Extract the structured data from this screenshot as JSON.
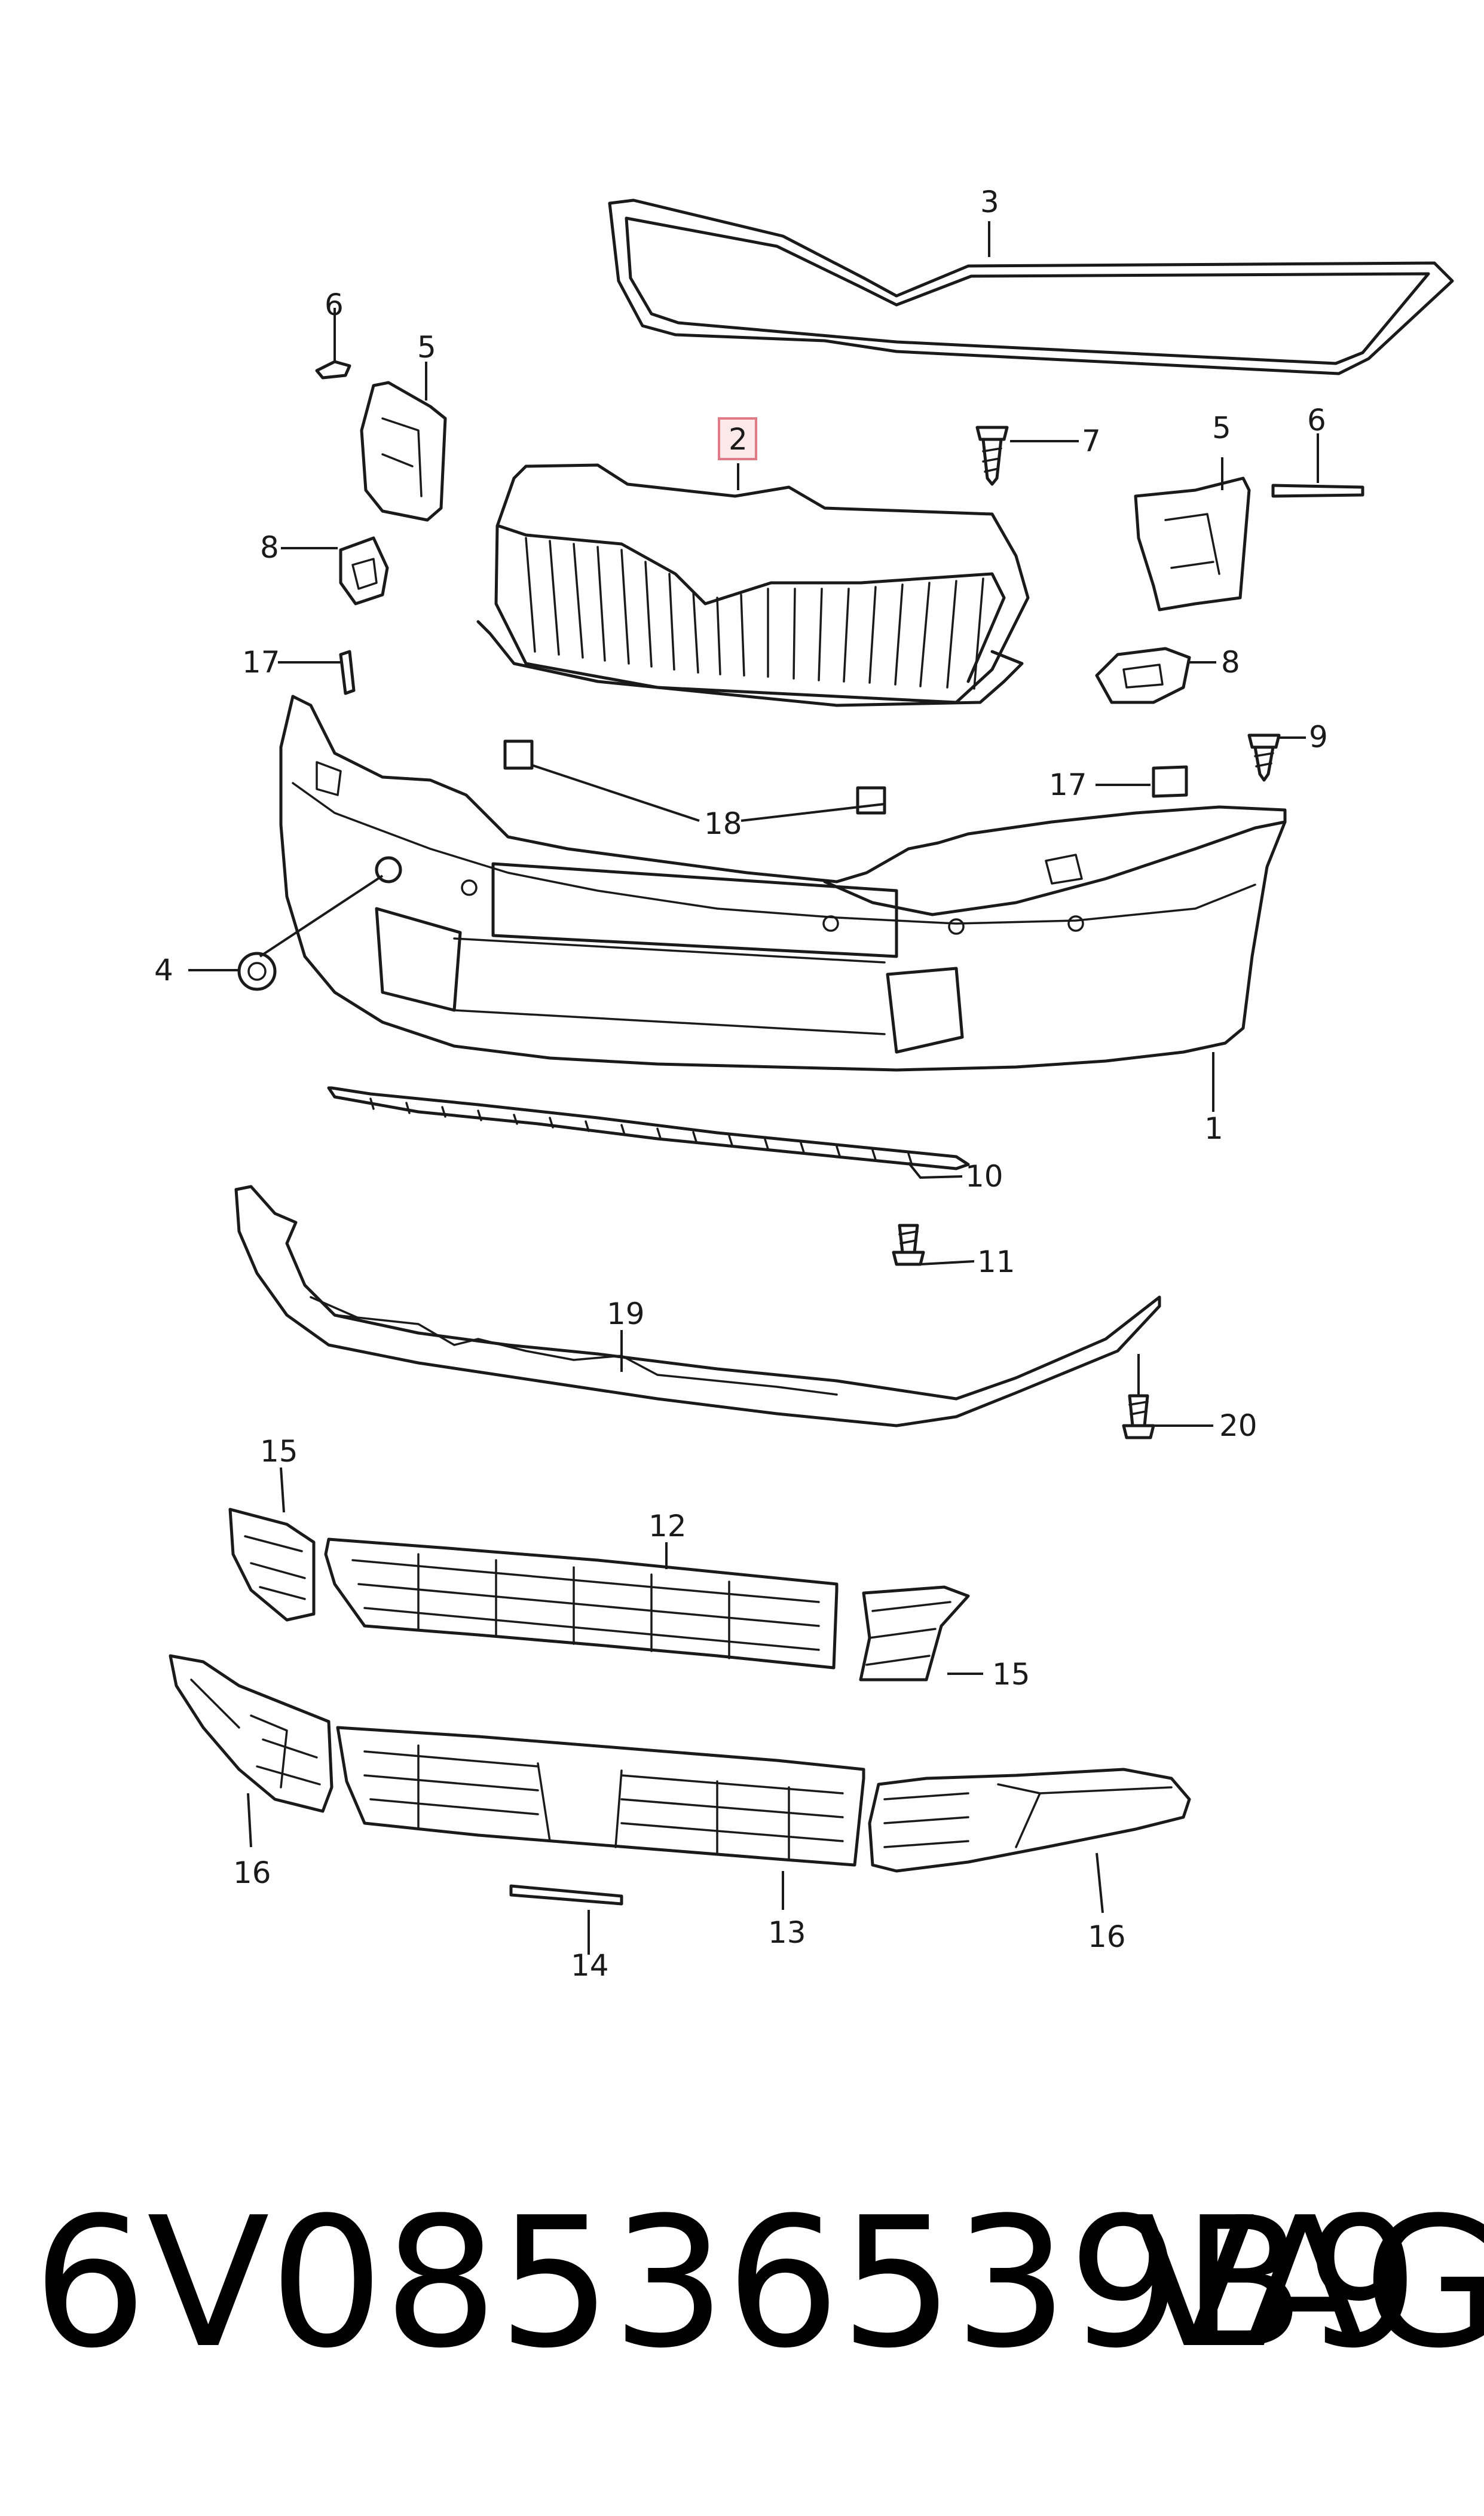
{
  "callouts": {
    "c1": "1",
    "c2": "2",
    "c3": "3",
    "c4": "4",
    "c5a": "5",
    "c5b": "5",
    "c6a": "6",
    "c6b": "6",
    "c7": "7",
    "c8a": "8",
    "c8b": "8",
    "c9": "9",
    "c10": "10",
    "c11": "11",
    "c12": "12",
    "c13": "13",
    "c14": "14",
    "c15a": "15",
    "c15b": "15",
    "c16a": "16",
    "c16b": "16",
    "c17a": "17",
    "c17b": "17",
    "c18": "18",
    "c19": "19",
    "c20": "20"
  },
  "footer": {
    "part_number": "6V08536539B9",
    "brand": "VAG"
  },
  "colors": {
    "line": "#1a1a1a",
    "highlight_fill": "#fde8ea",
    "highlight_stroke": "#e07a86"
  }
}
